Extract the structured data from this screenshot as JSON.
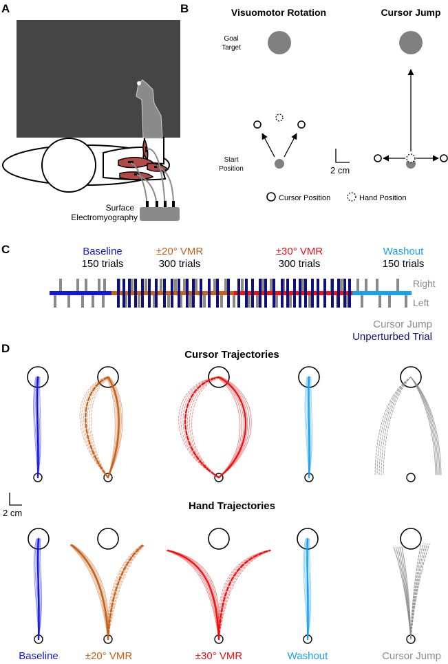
{
  "panels": {
    "A": "A",
    "B": "B",
    "C": "C",
    "D": "D"
  },
  "panel_a": {
    "emg_label_line1": "Surface",
    "emg_label_line2": "Electromyography"
  },
  "panel_b": {
    "title_left": "Visuomotor Rotation",
    "title_right": "Cursor Jump",
    "goal_line1": "Goal",
    "goal_line2": "Target",
    "start_line1": "Start",
    "start_line2": "Position",
    "scale_label": "2 cm",
    "legend_cursor": "Cursor Position",
    "legend_hand": "Hand Position"
  },
  "panel_c": {
    "phases": [
      {
        "name": "Baseline",
        "trials": "150 trials",
        "color": "#1515e0"
      },
      {
        "name": "±20° VMR",
        "trials": "300 trials",
        "color": "#c8601a"
      },
      {
        "name": "±30° VMR",
        "trials": "300 trials",
        "color": "#ee1111"
      },
      {
        "name": "Washout",
        "trials": "150 trials",
        "color": "#1aa0f0"
      }
    ],
    "right_label": "Right",
    "left_label": "Left",
    "legend_jump": "Cursor Jump",
    "legend_unperturbed": "Unperturbed Trial",
    "jump_color": "#8a8a8a",
    "unperturbed_color": "#10107a"
  },
  "panel_d": {
    "cursor_title": "Cursor Trajectories",
    "hand_title": "Hand Trajectories",
    "scale_label": "2 cm",
    "conditions": [
      {
        "label": "Baseline",
        "color": "#1515e0"
      },
      {
        "label": "±20° VMR",
        "color": "#c8601a"
      },
      {
        "label": "±30° VMR",
        "color": "#ee1111"
      },
      {
        "label": "Washout",
        "color": "#1aa0f0"
      },
      {
        "label": "Cursor Jump",
        "color": "#8a8a8a"
      }
    ]
  }
}
